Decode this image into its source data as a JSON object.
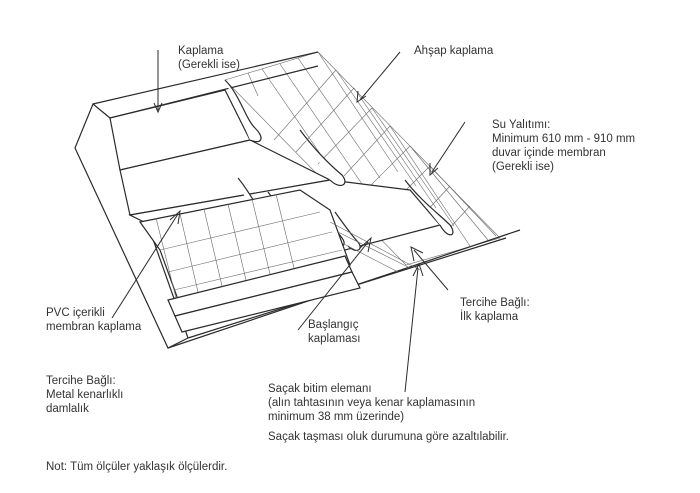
{
  "labels": {
    "kaplama": [
      "Kaplama",
      "(Gerekli ise)"
    ],
    "ahsap": [
      "Ahşap kaplama"
    ],
    "su_yalitimi": [
      "Su Yalıtımı:",
      "Minimum 610 mm - 910 mm",
      "duvar içinde membran",
      "(Gerekli ise)"
    ],
    "pvc": [
      "PVC içerikli",
      "membran kaplama"
    ],
    "tercihe_bagli_ilk": [
      "Tercihe Bağlı:",
      "İlk kaplama"
    ],
    "baslangic": [
      "Başlangıç",
      "kaplaması"
    ],
    "tercihe_bagli_metal": [
      "Tercihe Bağlı:",
      "Metal kenarlıklı",
      "damlalık"
    ],
    "sacak": [
      "Saçak bitim elemanı",
      "(alın tahtasının veya kenar kaplamasının",
      "minimum 38 mm üzerinde)"
    ],
    "sacak_tasmasi": [
      "Saçak taşması oluk durumuna göre azaltılabilir."
    ],
    "not": [
      "Not: Tüm ölçüler yaklaşık ölçülerdir."
    ]
  }
}
